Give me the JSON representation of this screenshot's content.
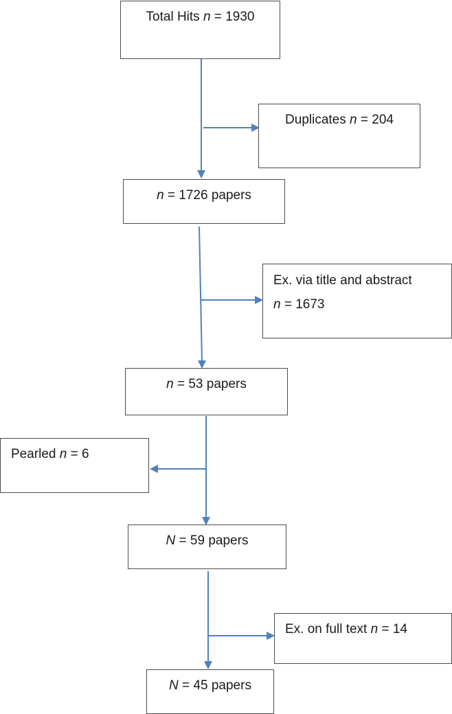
{
  "flowchart": {
    "total_hits": {
      "prefix": "Total Hits ",
      "var": "n",
      "suffix": " = 1930"
    },
    "duplicates": {
      "prefix": "Duplicates ",
      "var": "n",
      "suffix": " = 204"
    },
    "after_duplicates": {
      "prefix": "",
      "var": "n",
      "suffix": " = 1726 papers"
    },
    "excluded_title_abstract": {
      "line1": "Ex. via title and abstract",
      "var": "n",
      "suffix": " = 1673"
    },
    "after_title_abstract": {
      "prefix": "",
      "var": "n",
      "suffix": " = 53 papers"
    },
    "pearled": {
      "prefix": "Pearled ",
      "var": "n",
      "suffix": " = 6"
    },
    "after_pearling": {
      "prefix": "",
      "var": "N",
      "suffix": " = 59 papers"
    },
    "excluded_full_text": {
      "prefix": "Ex. on full text ",
      "var": "n",
      "suffix": " = 14"
    },
    "final": {
      "prefix": "",
      "var": "N",
      "suffix": " = 45 papers"
    }
  },
  "colors": {
    "arrow": "#4f81bd",
    "border": "#4a4a4a"
  }
}
